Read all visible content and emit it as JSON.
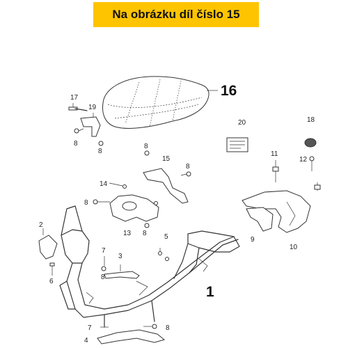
{
  "header": {
    "title": "Na obrázku díl číslo 15",
    "background": "#ffc400"
  },
  "callouts": {
    "c1": "1",
    "c2": "2",
    "c3": "3",
    "c4": "4",
    "c5": "5",
    "c6": "6",
    "c7a": "7",
    "c7b": "7",
    "c8a": "8",
    "c8b": "8",
    "c8c": "8",
    "c8d": "8",
    "c8e": "8",
    "c8f": "8",
    "c8g": "8",
    "c8h": "8",
    "c9": "9",
    "c10": "10",
    "c11": "11",
    "c12": "12",
    "c13": "13",
    "c14": "14",
    "c15": "15",
    "c16": "16",
    "c17": "17",
    "c18": "18",
    "c19": "19",
    "c20": "20"
  }
}
